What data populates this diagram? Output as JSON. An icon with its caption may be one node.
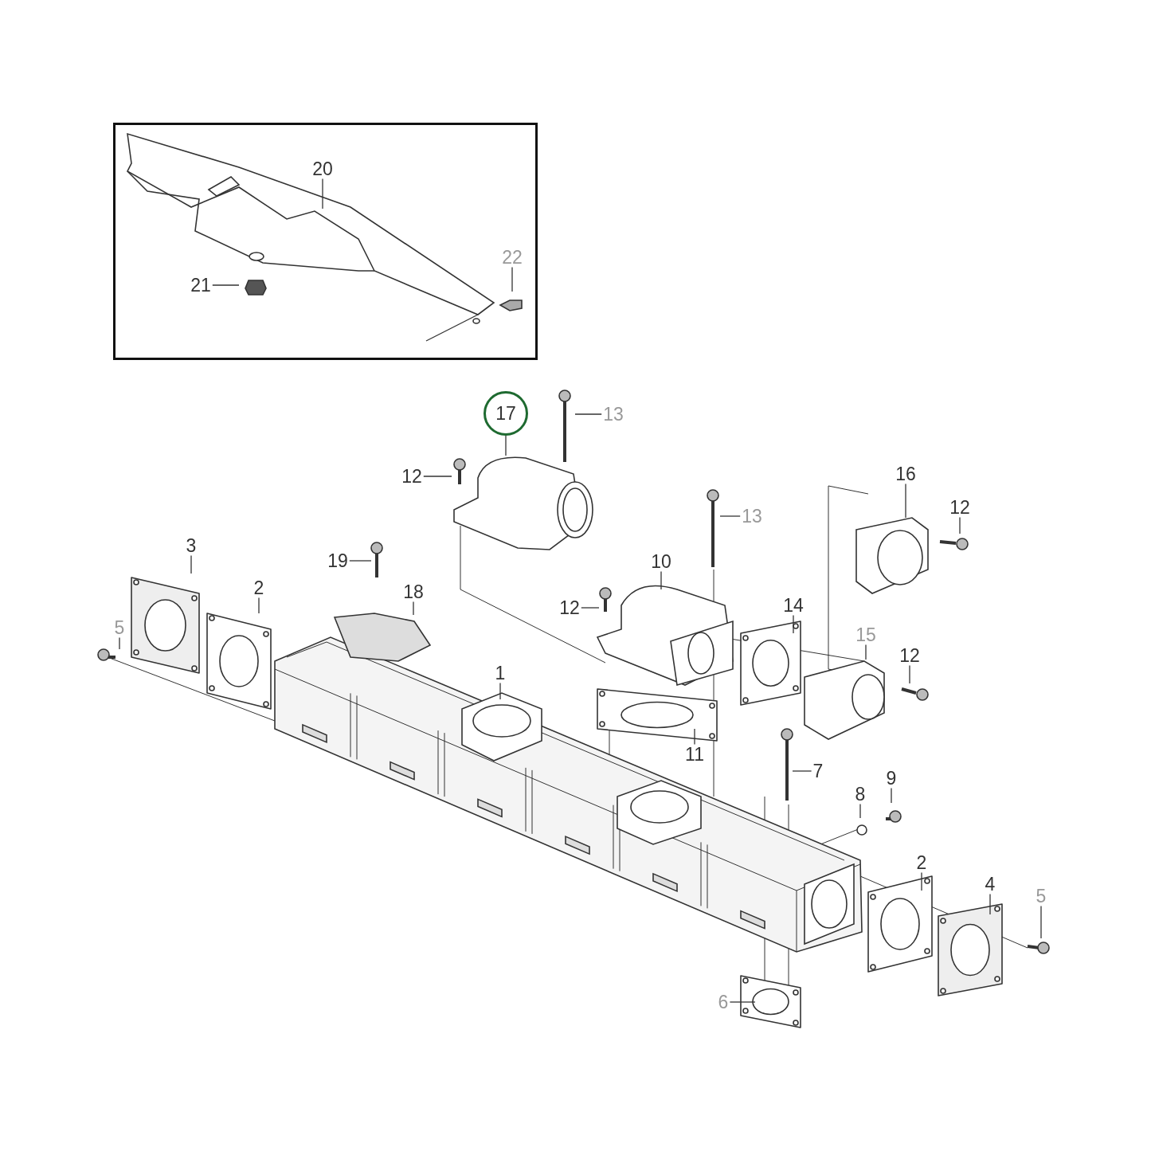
{
  "diagram": {
    "nodes": [
      {
        "text": [],
        "shape": "box"
      },
      {
        "text": [
          "20"
        ],
        "in": 0
      },
      {
        "text": [
          "22"
        ],
        "in": 0
      },
      {
        "text": [
          "21"
        ],
        "in": 0
      },
      {
        "text": [
          "17"
        ]
      },
      {
        "text": [
          "13"
        ]
      },
      {
        "text": [
          "12"
        ]
      },
      {
        "text": [
          "16"
        ]
      },
      {
        "text": [
          "12"
        ]
      },
      {
        "text": [
          "13"
        ]
      },
      {
        "text": [
          "3"
        ]
      },
      {
        "text": [
          "19"
        ]
      },
      {
        "text": [
          "10"
        ]
      },
      {
        "text": [
          "2"
        ]
      },
      {
        "text": [
          "18"
        ]
      },
      {
        "text": [
          "12"
        ]
      },
      {
        "text": [
          "14"
        ]
      },
      {
        "text": [
          "5"
        ]
      },
      {
        "text": [
          "15"
        ]
      },
      {
        "text": [
          "12"
        ]
      },
      {
        "text": [
          "1"
        ]
      },
      {
        "text": [
          "11"
        ]
      },
      {
        "text": [
          "7"
        ]
      },
      {
        "text": [
          "8"
        ]
      },
      {
        "text": [
          "9"
        ]
      },
      {
        "text": [
          "2"
        ]
      },
      {
        "text": [
          "4"
        ]
      },
      {
        "text": [
          "5"
        ]
      },
      {
        "text": [
          "6"
        ]
      }
    ],
    "edges": [
      {
        "from": 1,
        "to": null,
        "arrow": "none"
      },
      {
        "from": 2,
        "to": null,
        "arrow": "none"
      },
      {
        "from": 3,
        "to": null,
        "arrow": "none"
      },
      {
        "from": 4,
        "to": null,
        "arrow": "none"
      },
      {
        "from": 5,
        "to": null,
        "arrow": "none"
      },
      {
        "from": 6,
        "to": null,
        "arrow": "none"
      },
      {
        "from": 7,
        "to": null,
        "arrow": "none"
      },
      {
        "from": 8,
        "to": null,
        "arrow": "none"
      },
      {
        "from": 9,
        "to": null,
        "arrow": "none"
      },
      {
        "from": 10,
        "to": null,
        "arrow": "none"
      },
      {
        "from": 11,
        "to": null,
        "arrow": "none"
      },
      {
        "from": 12,
        "to": null,
        "arrow": "none"
      },
      {
        "from": 13,
        "to": null,
        "arrow": "none"
      },
      {
        "from": 14,
        "to": null,
        "arrow": "none"
      },
      {
        "from": 15,
        "to": null,
        "arrow": "none"
      },
      {
        "from": 16,
        "to": null,
        "arrow": "none"
      },
      {
        "from": 17,
        "to": null,
        "arrow": "none"
      },
      {
        "from": 18,
        "to": null,
        "arrow": "none"
      },
      {
        "from": 19,
        "to": null,
        "arrow": "none"
      },
      {
        "from": 20,
        "to": null,
        "arrow": "none"
      },
      {
        "from": 21,
        "to": null,
        "arrow": "none"
      },
      {
        "from": 22,
        "to": null,
        "arrow": "none"
      },
      {
        "from": 23,
        "to": null,
        "arrow": "none"
      },
      {
        "from": 24,
        "to": null,
        "arrow": "none"
      },
      {
        "from": 25,
        "to": null,
        "arrow": "none"
      },
      {
        "from": 26,
        "to": null,
        "arrow": "none"
      },
      {
        "from": 27,
        "to": null,
        "arrow": "none"
      },
      {
        "from": 28,
        "to": null,
        "arrow": "none"
      }
    ]
  }
}
